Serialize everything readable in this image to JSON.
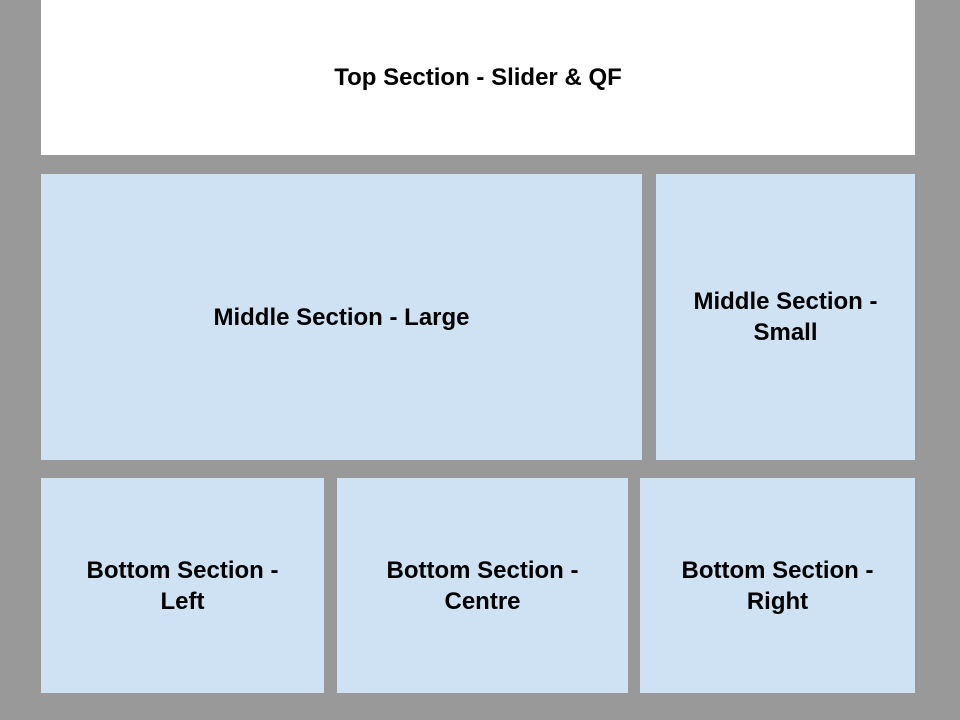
{
  "colors": {
    "background": "#999999",
    "top_section": "#ffffff",
    "section_fill": "#cfe2f3",
    "text": "#000000"
  },
  "sections": {
    "top": {
      "label": "Top Section - Slider & QF"
    },
    "middle_large": {
      "label": "Middle Section - Large"
    },
    "middle_small": {
      "label": "Middle Section - Small"
    },
    "bottom_left": {
      "label": "Bottom Section - Left"
    },
    "bottom_centre": {
      "label": "Bottom Section - Centre"
    },
    "bottom_right": {
      "label": "Bottom Section - Right"
    }
  }
}
